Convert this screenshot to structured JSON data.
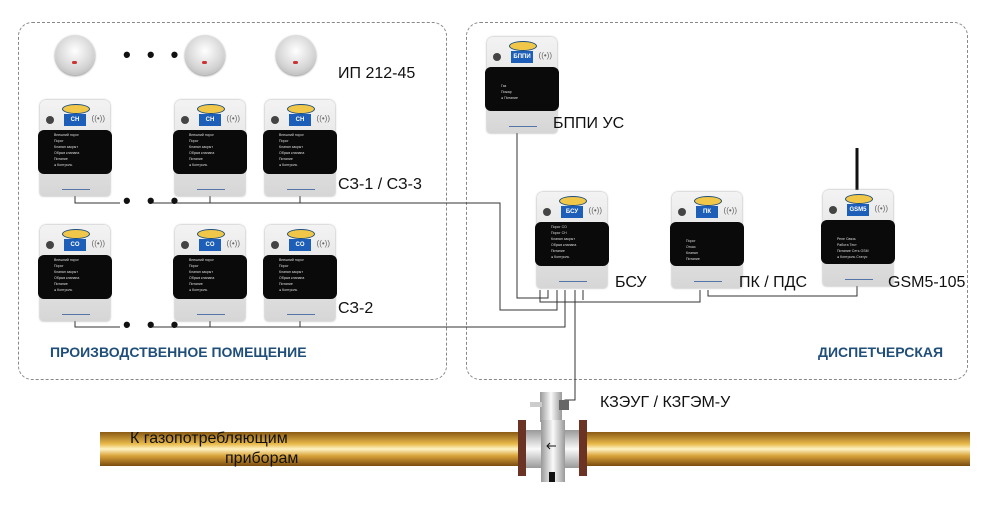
{
  "zones": {
    "production": "ПРОИЗВОДСТВЕННОЕ ПОМЕЩЕНИЕ",
    "dispatch": "ДИСПЕТЧЕРСКАЯ"
  },
  "labels": {
    "smoke": "ИП 212-45",
    "bppi": "БППИ УС",
    "sz13": "СЗ-1 / СЗ-3",
    "sz2": "СЗ-2",
    "bsu": "БСУ",
    "pk": "ПК / ПДС",
    "gsm": "GSM5-105",
    "valve": "КЗЭУГ / КЗГЭМ-У",
    "pipe_line1": "К газопотребляющим",
    "pipe_line2": "приборам"
  },
  "ellipsis": "• • •",
  "devices": {
    "sz13": {
      "badge": "CH",
      "lines": [
        "Внешний порог",
        "Порог",
        "Клапан закрыт",
        "Обрыв клапана",
        "Питание",
        "● Контроль"
      ]
    },
    "sz2": {
      "badge": "CO",
      "lines": [
        "Внешний порог",
        "Порог",
        "Клапан закрыт",
        "Обрыв клапана",
        "Питание",
        "● Контроль"
      ]
    },
    "bppi": {
      "badge": "БППИ",
      "lines": [
        "Газ",
        "Пожар",
        "● Питание"
      ]
    },
    "bsu": {
      "badge": "БСУ",
      "lines": [
        "Порог CO",
        "Порог CH",
        "Клапан закрыт",
        "Обрыв клапана",
        "Питание",
        "● Контроль"
      ]
    },
    "pk": {
      "badge": "ПК",
      "lines": [
        "Порог",
        "Отказ",
        "Клапан",
        "Питание"
      ]
    },
    "gsm": {
      "badge": "GSM5",
      "lines": [
        "Реле  Связь",
        "Работа  Тест",
        "Питание  Сеть GSM",
        "● Контроль  Статус"
      ]
    }
  },
  "colors": {
    "zone_label": "#1f4e79",
    "badge": "#1d5fb8",
    "pipe": "#c8902a"
  }
}
